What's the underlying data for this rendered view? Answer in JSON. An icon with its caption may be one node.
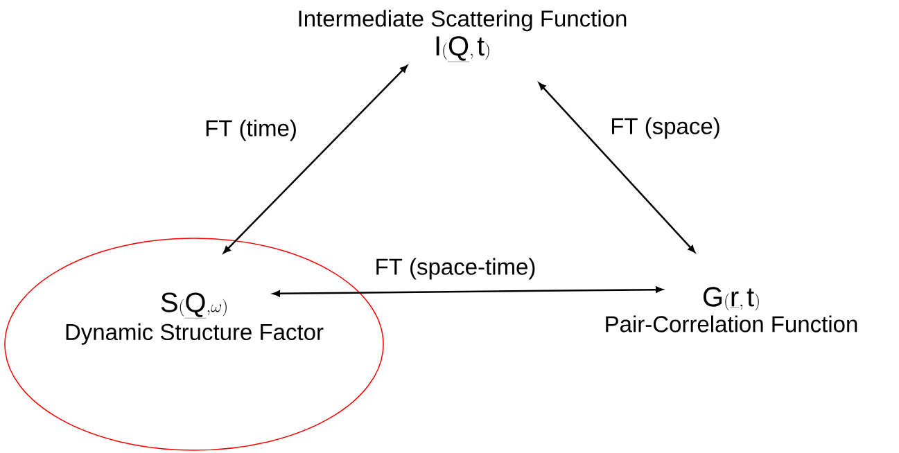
{
  "diagram": {
    "nodes": [
      {
        "text": [
          "Intermediate Scattering Function",
          "\\mathrm{I(\\underline{Q},t)}"
        ]
      },
      {
        "text": [
          "\\mathrm{S(\\underline{Q},}\\omega\\mathrm{)}",
          "Dynamic Structure Factor"
        ]
      },
      {
        "text": [
          "\\mathrm{G(\\underline{r},t)}",
          "Pair-Correlation Function"
        ]
      }
    ],
    "edges": [
      {
        "from": 0,
        "to": 1,
        "arrow": "both",
        "label": "FT (time)"
      },
      {
        "from": 0,
        "to": 2,
        "arrow": "both",
        "label": "FT (space)"
      },
      {
        "from": 1,
        "to": 2,
        "arrow": "both",
        "label": "FT (space-time)"
      }
    ]
  }
}
